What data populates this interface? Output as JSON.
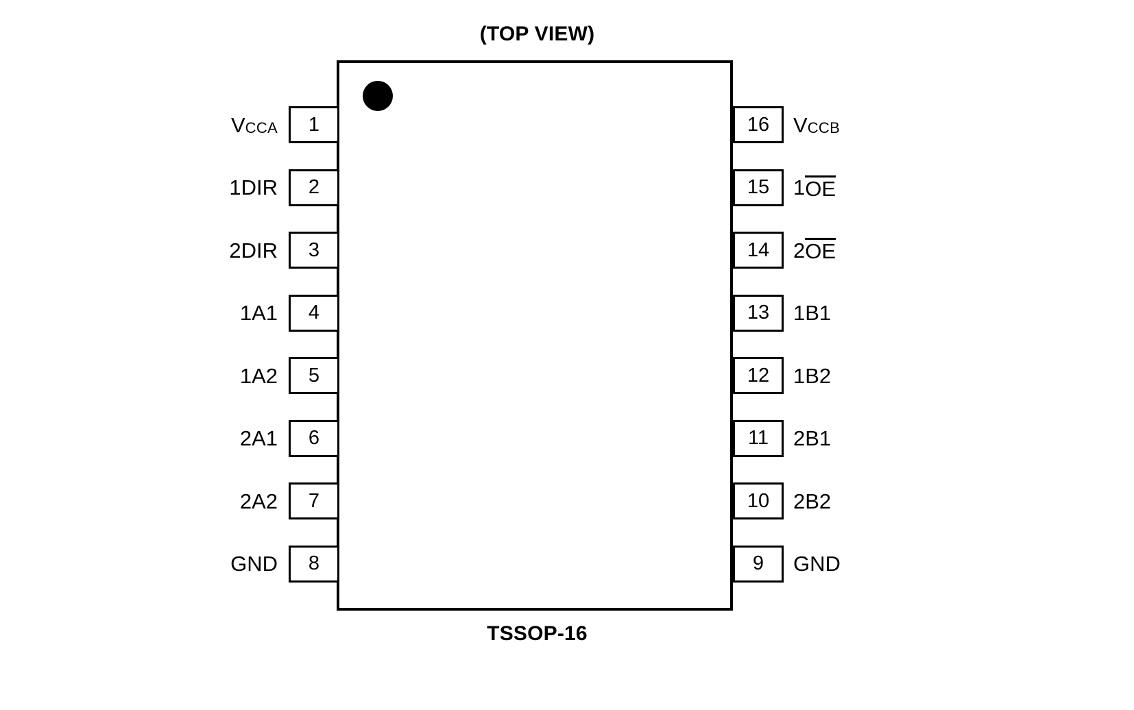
{
  "diagram": {
    "top_title": "(TOP VIEW)",
    "bottom_title": "TSSOP-16",
    "package": "TSSOP-16",
    "pin_count": 16,
    "orientation_marker": "pin-1-dot",
    "colors": {
      "line": "#000000",
      "background": "#ffffff",
      "text": "#000000"
    }
  },
  "left_pins": [
    {
      "number": "1",
      "name": "VCCA",
      "base": "V",
      "sub": "CCA",
      "overline": ""
    },
    {
      "number": "2",
      "name": "1DIR",
      "base": "1DIR",
      "sub": "",
      "overline": ""
    },
    {
      "number": "3",
      "name": "2DIR",
      "base": "2DIR",
      "sub": "",
      "overline": ""
    },
    {
      "number": "4",
      "name": "1A1",
      "base": "1A1",
      "sub": "",
      "overline": ""
    },
    {
      "number": "5",
      "name": "1A2",
      "base": "1A2",
      "sub": "",
      "overline": ""
    },
    {
      "number": "6",
      "name": "2A1",
      "base": "2A1",
      "sub": "",
      "overline": ""
    },
    {
      "number": "7",
      "name": "2A2",
      "base": "2A2",
      "sub": "",
      "overline": ""
    },
    {
      "number": "8",
      "name": "GND",
      "base": "GND",
      "sub": "",
      "overline": ""
    }
  ],
  "right_pins": [
    {
      "number": "16",
      "name": "VCCB",
      "base": "V",
      "sub": "CCB",
      "overline": ""
    },
    {
      "number": "15",
      "name": "1OE",
      "base": "1",
      "sub": "",
      "overline": "OE"
    },
    {
      "number": "14",
      "name": "2OE",
      "base": "2",
      "sub": "",
      "overline": "OE"
    },
    {
      "number": "13",
      "name": "1B1",
      "base": "1B1",
      "sub": "",
      "overline": ""
    },
    {
      "number": "12",
      "name": "1B2",
      "base": "1B2",
      "sub": "",
      "overline": ""
    },
    {
      "number": "11",
      "name": "2B1",
      "base": "2B1",
      "sub": "",
      "overline": ""
    },
    {
      "number": "10",
      "name": "2B2",
      "base": "2B2",
      "sub": "",
      "overline": ""
    },
    {
      "number": "9",
      "name": "GND",
      "base": "GND",
      "sub": "",
      "overline": ""
    }
  ]
}
